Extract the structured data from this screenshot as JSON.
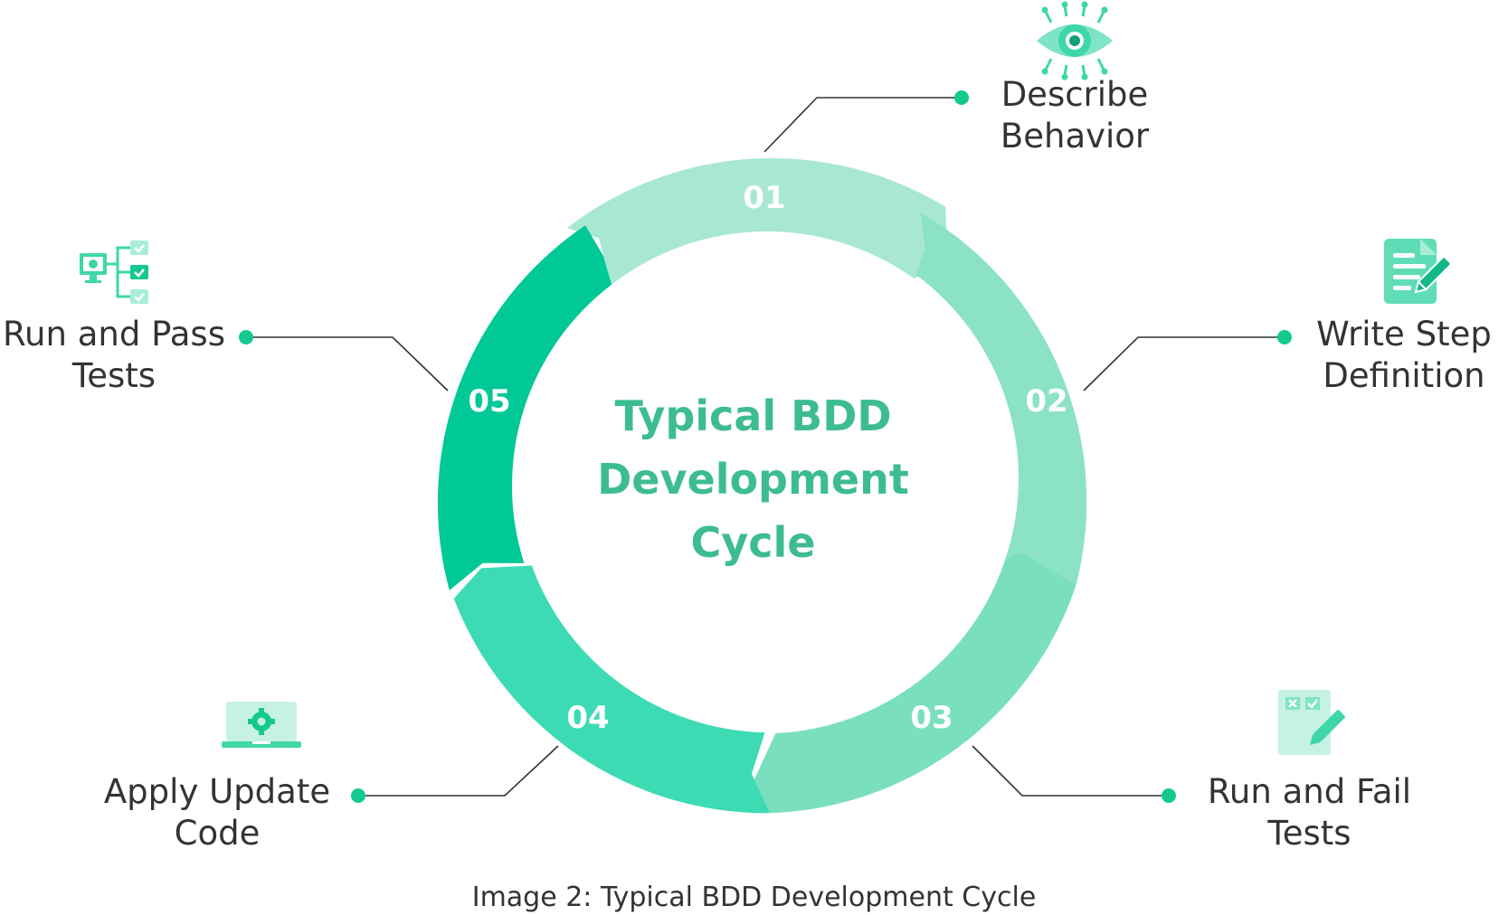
{
  "center_title": [
    "Typical BDD",
    "Development",
    "Cycle"
  ],
  "caption": "Image 2: Typical BDD Development Cycle",
  "steps": [
    {
      "number": "01",
      "label": [
        "Describe",
        "Behavior"
      ],
      "icon": "eye-icon",
      "color": "#a8e8d3"
    },
    {
      "number": "02",
      "label": [
        "Write Step",
        "Definition"
      ],
      "icon": "document-pencil-icon",
      "color": "#8ce2c6"
    },
    {
      "number": "03",
      "label": [
        "Run and Fail",
        "Tests"
      ],
      "icon": "checklist-pencil-icon",
      "color": "#7adfbf"
    },
    {
      "number": "04",
      "label": [
        "Apply Update",
        "Code"
      ],
      "icon": "laptop-gear-icon",
      "color": "#3ddbb4"
    },
    {
      "number": "05",
      "label": [
        "Run and Pass",
        "Tests"
      ],
      "icon": "flowchart-checks-icon",
      "color": "#00c897"
    }
  ],
  "colors": {
    "accent": "#3dbd8f",
    "connector_dot": "#14c98f",
    "connector_line": "#333333",
    "text": "#333333"
  }
}
